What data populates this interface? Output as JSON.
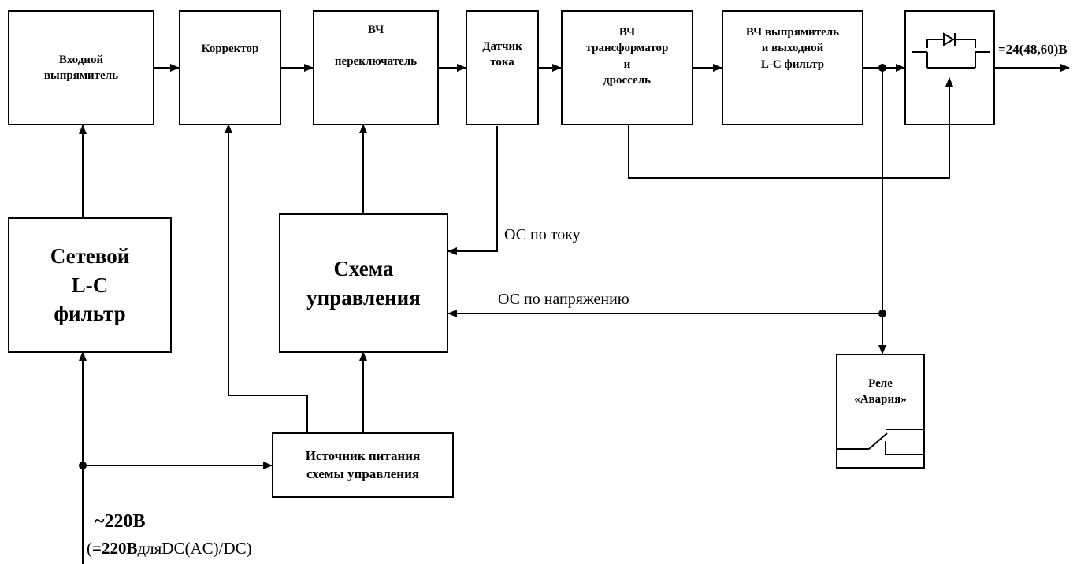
{
  "blocks": {
    "input_rectifier": "Входной\nвыпрямитель",
    "corrector": "Корректор",
    "hf_switch_line1": "ВЧ",
    "hf_switch_line2": "переключатель",
    "current_sensor": "Датчик\nтока",
    "hf_transformer": "ВЧ\nтрансформатор\nи\nдроссель",
    "hf_rectifier": "ВЧ выпрямитель\nи выходной\nL-C фильтр",
    "mains_filter": "Сетевой\nL-C\nфильтр",
    "control_circuit": "Схема\nуправления",
    "control_power": "Источник питания\nсхемы управления",
    "relay": "Реле\n«Авария»"
  },
  "labels": {
    "output_voltage": "=24(48,60)В",
    "current_feedback": "ОС по току",
    "voltage_feedback": "ОС по напряжению",
    "input_voltage": "~220В",
    "input_note_open": "(",
    "input_note_bold": "=220В",
    "input_note_rest": "дляDC(AC)/DC)"
  }
}
